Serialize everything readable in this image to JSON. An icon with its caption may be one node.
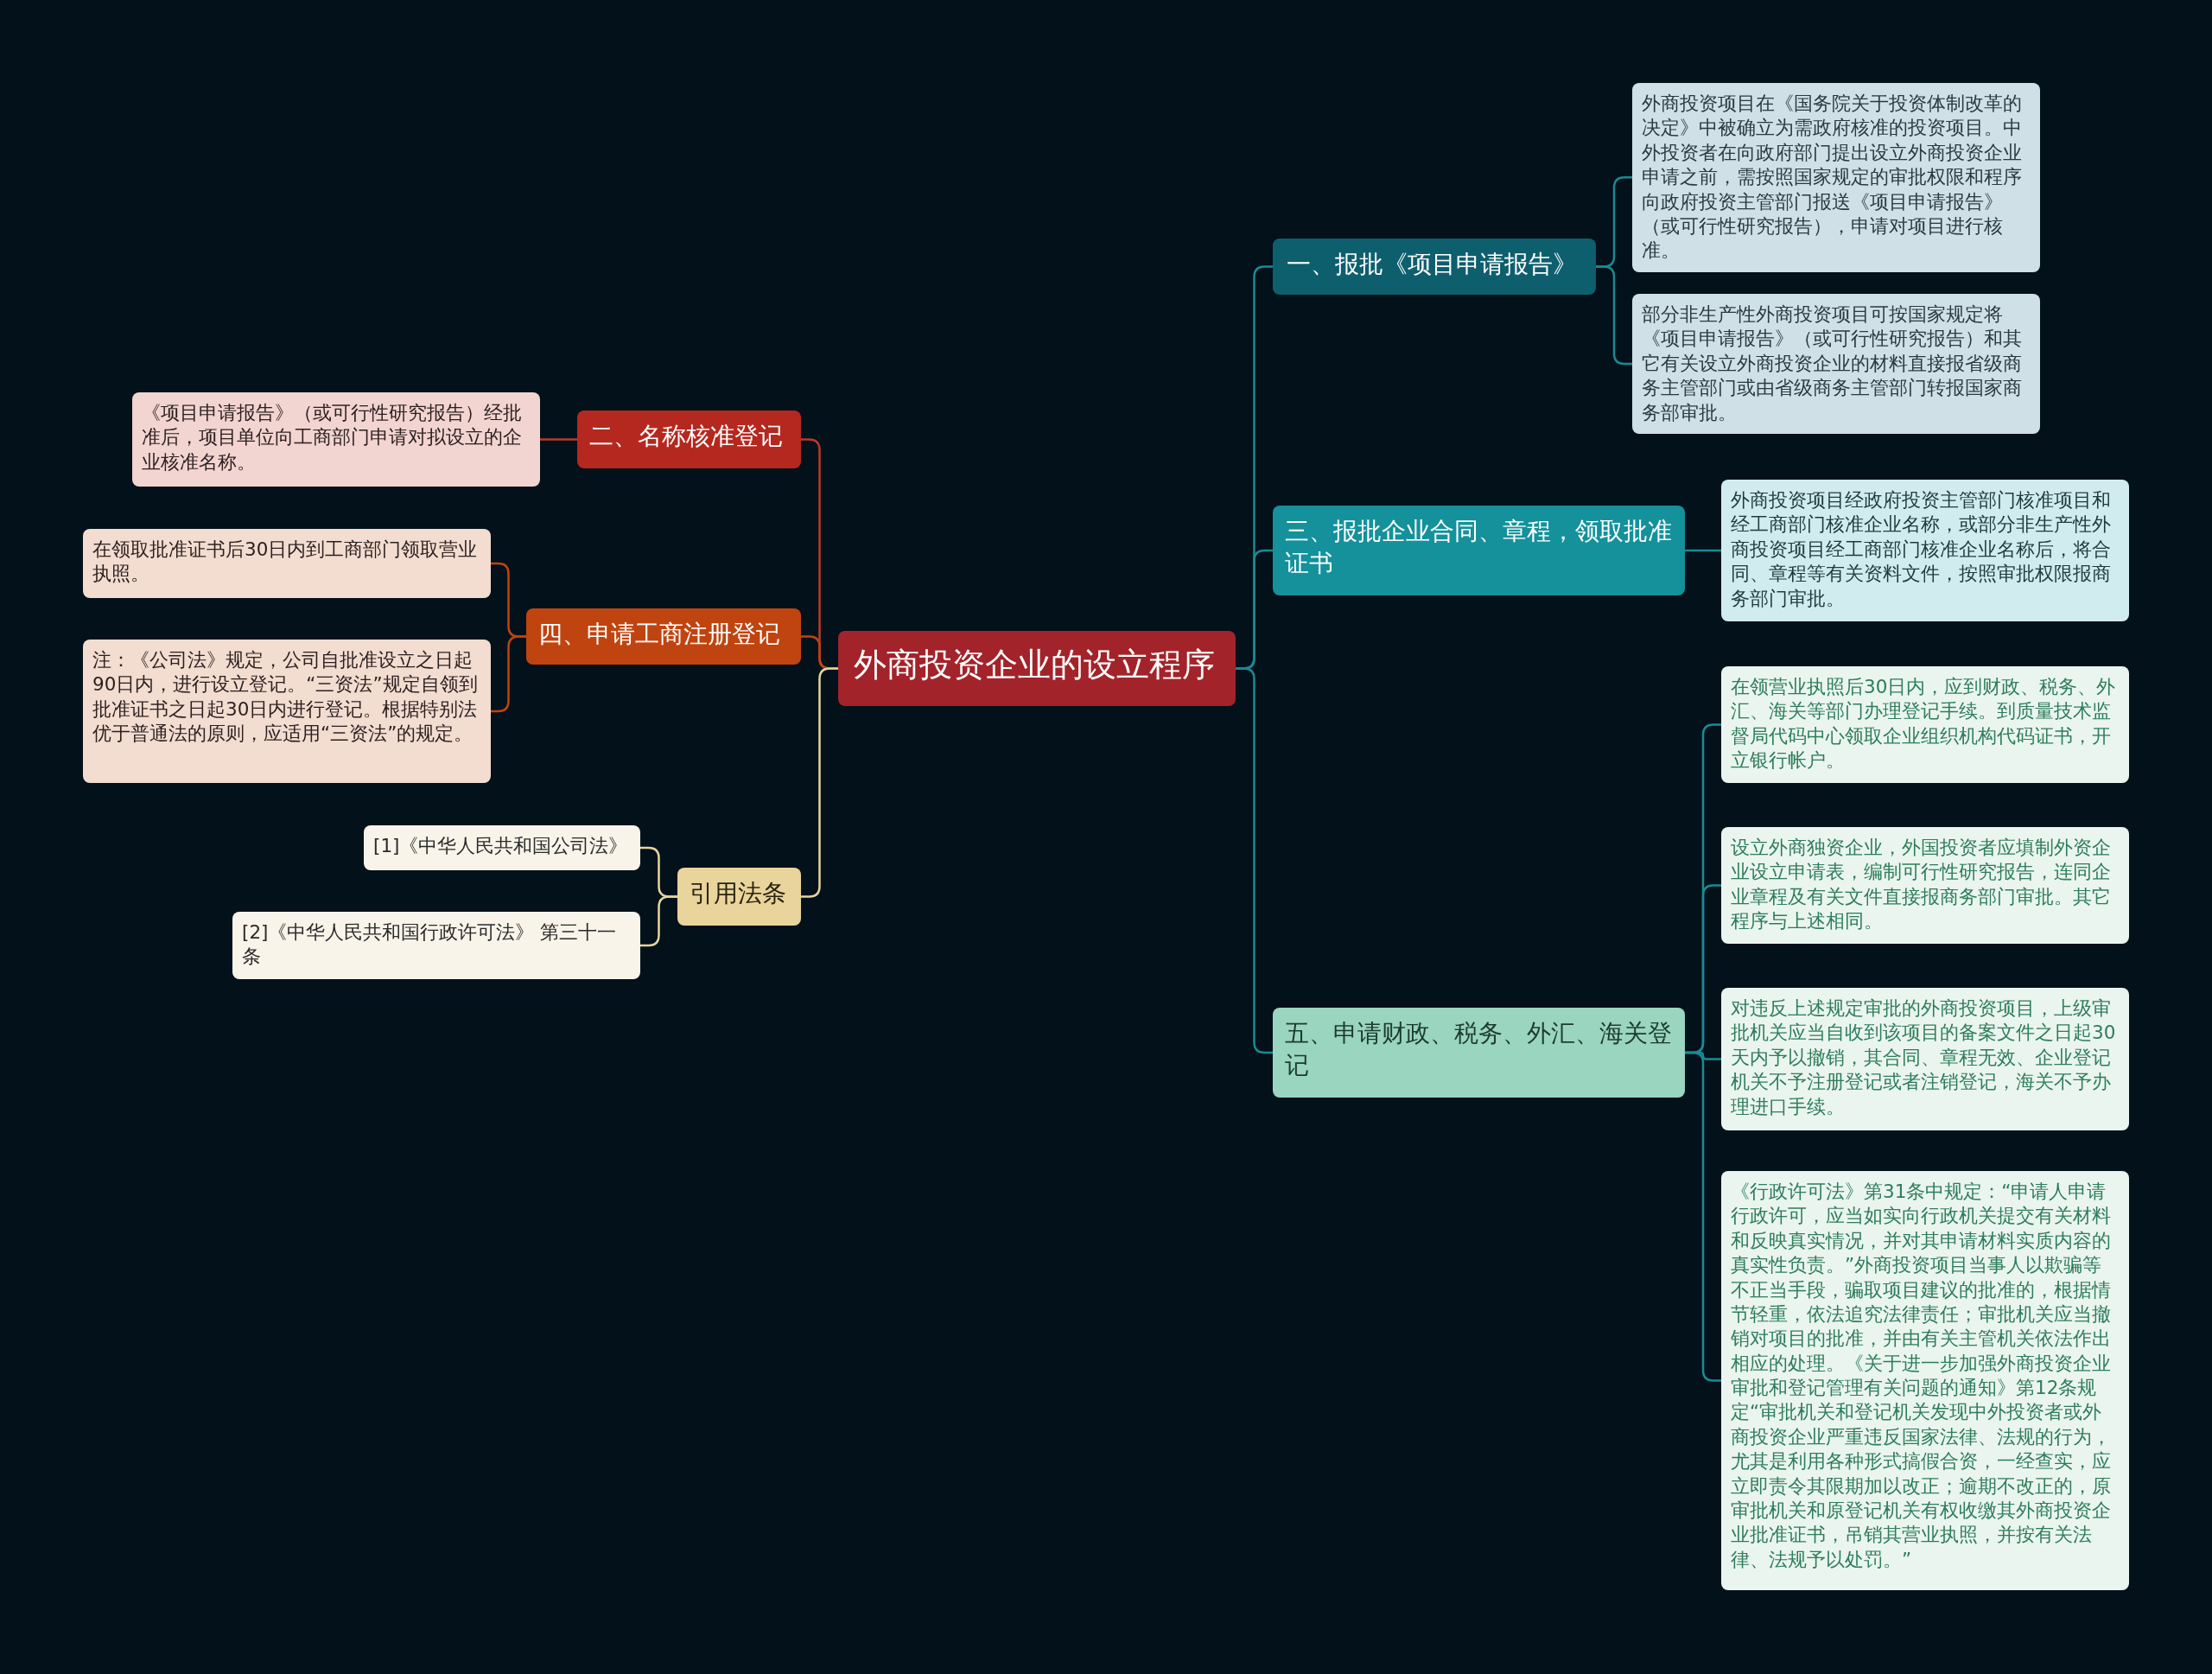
{
  "diagram": {
    "nodes": [
      {
        "text": [
          "外商投资企业的设立程序"
        ]
      },
      {
        "text": [
          "一、报批《项目申请报告》"
        ]
      },
      {
        "text": [
          "外商投资项目在《国务院关于投资体制改革的决定》中被确立为需政府核准的投资项目。中外投资者在向政府部门提出设立外商投资企业申请之前，需按照国家规定的审批权限和程序向政府投资主管部门报送《项目申请报告》（或可行性研究报告），申请对项目进行核准。"
        ]
      },
      {
        "text": [
          "部分非生产性外商投资项目可按国家规定将《项目申请报告》（或可行性研究报告）和其它有关设立外商投资企业的材料直接报省级商务主管部门或由省级商务主管部门转报国家商务部审批。"
        ]
      },
      {
        "text": [
          "三、报批企业合同、章程，领取批准证书"
        ]
      },
      {
        "text": [
          "外商投资项目经政府投资主管部门核准项目和经工商部门核准企业名称，或部分非生产性外商投资项目经工商部门核准企业名称后，将合同、章程等有关资料文件，按照审批权限报商务部门审批。"
        ]
      },
      {
        "text": [
          "五、申请财政、税务、外汇、海关登记"
        ]
      },
      {
        "text": [
          "在领营业执照后30日内，应到财政、税务、外汇、海关等部门办理登记手续。到质量技术监督局代码中心领取企业组织机构代码证书，开立银行帐户。"
        ]
      },
      {
        "text": [
          "设立外商独资企业，外国投资者应填制外资企业设立申请表，编制可行性研究报告，连同企业章程及有关文件直接报商务部门审批。其它程序与上述相同。"
        ]
      },
      {
        "text": [
          "对违反上述规定审批的外商投资项目，上级审批机关应当自收到该项目的备案文件之日起30天内予以撤销，其合同、章程无效、企业登记机关不予注册登记或者注销登记，海关不予办理进口手续。"
        ]
      },
      {
        "text": [
          "《行政许可法》第31条中规定：“申请人申请行政许可，应当如实向行政机关提交有关材料和反映真实情况，并对其申请材料实质内容的真实性负责。”外商投资项目当事人以欺骗等不正当手段，骗取项目建议的批准的，根据情节轻重，依法追究法律责任；审批机关应当撤销对项目的批准，并由有关主管机关依法作出相应的处理。《关于进一步加强外商投资企业审批和登记管理有关问题的通知》第12条规定“审批机关和登记机关发现中外投资者或外商投资企业严重违反国家法律、法规的行为，尤其是利用各种形式搞假合资，一经查实，应立即责令其限期加以改正；逾期不改正的，原审批机关和原登记机关有权收缴其外商投资企业批准证书，吊销其营业执照，并按有关法律、法规予以处罚。”"
        ]
      },
      {
        "text": [
          "二、名称核准登记"
        ]
      },
      {
        "text": [
          "《项目申请报告》（或可行性研究报告）经批准后，项目单位向工商部门申请对拟设立的企业核准名称。"
        ]
      },
      {
        "text": [
          "四、申请工商注册登记"
        ]
      },
      {
        "text": [
          "在领取批准证书后30日内到工商部门领取营业执照。"
        ]
      },
      {
        "text": [
          "注：《公司法》规定，公司自批准设立之日起90日内，进行设立登记。“三资法”规定自领到批准证书之日起30日内进行登记。根据特别法优于普通法的原则，应适用“三资法”的规定。"
        ]
      },
      {
        "text": [
          "引用法条"
        ]
      },
      {
        "text": [
          "[1]《中华人民共和国公司法》"
        ]
      },
      {
        "text": [
          "[2]《中华人民共和国行政许可法》 第三十一条"
        ]
      }
    ],
    "edges": [
      {
        "from": 0,
        "to": 1,
        "arrow": "none"
      },
      {
        "from": 1,
        "to": 2,
        "arrow": "none"
      },
      {
        "from": 1,
        "to": 3,
        "arrow": "none"
      },
      {
        "from": 0,
        "to": 4,
        "arrow": "none"
      },
      {
        "from": 4,
        "to": 5,
        "arrow": "none"
      },
      {
        "from": 0,
        "to": 6,
        "arrow": "none"
      },
      {
        "from": 6,
        "to": 7,
        "arrow": "none"
      },
      {
        "from": 6,
        "to": 8,
        "arrow": "none"
      },
      {
        "from": 6,
        "to": 9,
        "arrow": "none"
      },
      {
        "from": 6,
        "to": 10,
        "arrow": "none"
      },
      {
        "from": 0,
        "to": 11,
        "arrow": "none",
        "color": "#c0392b"
      },
      {
        "from": 11,
        "to": 12,
        "arrow": "none",
        "color": "#c0392b"
      },
      {
        "from": 0,
        "to": 13,
        "arrow": "none",
        "color": "#c0440f"
      },
      {
        "from": 13,
        "to": 14,
        "arrow": "none",
        "color": "#c0440f"
      },
      {
        "from": 13,
        "to": 15,
        "arrow": "none",
        "color": "#c0440f"
      },
      {
        "from": 0,
        "to": 16,
        "arrow": "none",
        "color": "#e9d49c"
      },
      {
        "from": 16,
        "to": 17,
        "arrow": "none",
        "color": "#e9d49c"
      },
      {
        "from": 16,
        "to": 18,
        "arrow": "none",
        "color": "#e9d49c"
      }
    ]
  }
}
